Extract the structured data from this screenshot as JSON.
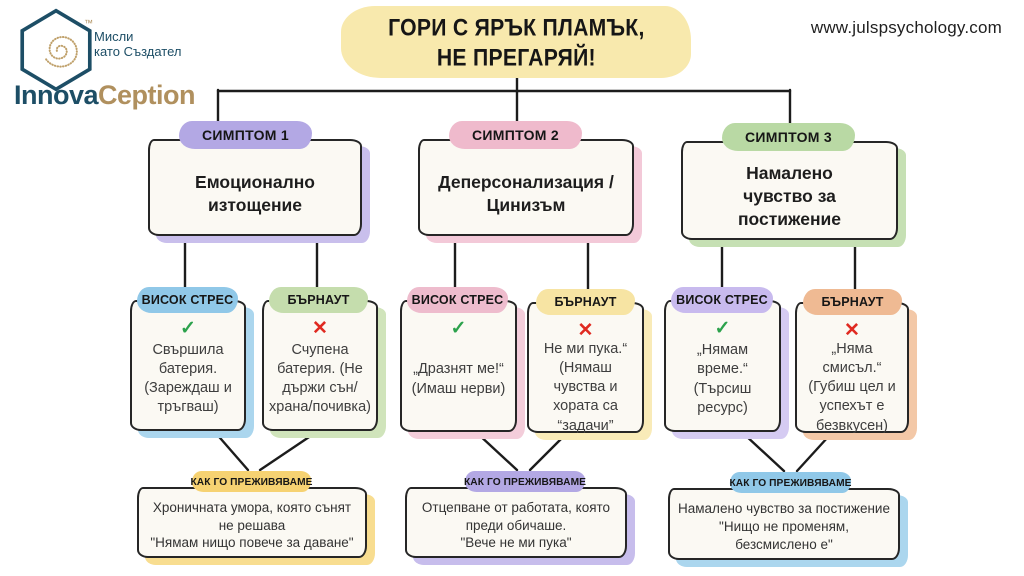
{
  "brand": {
    "tagline_line1": "Мисли",
    "tagline_line2": "като Създател",
    "name_primary": "Innova",
    "name_secondary": "Ception",
    "trademark": "™",
    "primary_color": "#1d4e66",
    "secondary_color": "#b0905e"
  },
  "header": {
    "title_line1": "ГОРИ С ЯРЪК ПЛАМЪК,",
    "title_line2": "НЕ ПРЕГАРЯЙ!",
    "highlight_color": "#f8e9ad",
    "website": "www.julspsychology.com"
  },
  "labels": {
    "stress": "ВИСОК СТРЕС",
    "burnout": "БЪРНАУТ",
    "experience": "КАК ГО ПРЕЖИВЯВАМЕ",
    "check_mark": "✓",
    "cross_mark": "✕",
    "check_color": "#2ca24c",
    "cross_color": "#e02a21"
  },
  "columns": [
    {
      "badge": "СИМПТОМ 1",
      "badge_color": "#b3a8e4",
      "shadow_color": "#c9bfec",
      "title": "Емоционално изтощение",
      "stress": {
        "badge_color": "#90c8e8",
        "shadow_color": "#abd6ee",
        "text": "Свършила батерия. (Зареждаш и тръгваш)"
      },
      "burnout": {
        "badge_color": "#c5ddad",
        "shadow_color": "#d0e4bb",
        "text": "Счупена батерия. (Не държи сън/ храна/почивка)"
      },
      "experience": {
        "badge_color": "#f6d272",
        "shadow_color": "#f8dd90",
        "line1": "Хроничната умора, която сънят не решава",
        "line2": "\"Нямам нищо повече за даване\""
      }
    },
    {
      "badge": "СИМПТОМ 2",
      "badge_color": "#efbacc",
      "shadow_color": "#f3c9d8",
      "title": "Деперсонализация /Цинизъм",
      "stress": {
        "badge_color": "#eebccd",
        "shadow_color": "#f3cdda",
        "text": "„Дразнят ме!“ (Имаш нерви)"
      },
      "burnout": {
        "badge_color": "#f7e4a3",
        "shadow_color": "#f9ebb8",
        "text": "Не ми пука.“ (Нямаш чувства и хората са “задачи”"
      },
      "experience": {
        "badge_color": "#b3a8e4",
        "shadow_color": "#c7bdec",
        "line1": "Отцепване от работата, която преди обичаше.",
        "line2": "\"Вече не ми пука\""
      }
    },
    {
      "badge": "СИМПТОМ 3",
      "badge_color": "#b9d9a4",
      "shadow_color": "#c6e0b4",
      "title": "Намалено чувство за постижение",
      "stress": {
        "badge_color": "#c8baee",
        "shadow_color": "#d5cbf2",
        "text": "„Нямам време.“ (Търсиш ресурс)"
      },
      "burnout": {
        "badge_color": "#efba93",
        "shadow_color": "#f3c8a7",
        "text": "„Няма смисъл.“ (Губиш цел и успехът е безвкусен)"
      },
      "experience": {
        "badge_color": "#90c8e8",
        "shadow_color": "#abd6ee",
        "line1": "Намалено чувство за постижение",
        "line2": "\"Нищо не променям, безсмислено е\""
      }
    }
  ]
}
